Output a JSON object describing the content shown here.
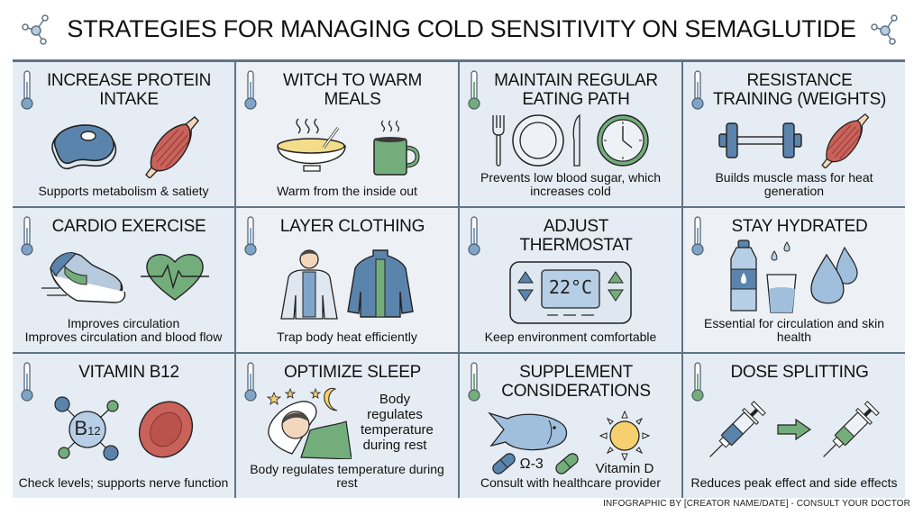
{
  "header": {
    "title": "STRATEGIES FOR MANAGING COLD SENSITIVITY ON SEMAGLUTIDE",
    "left_icon": "molecule-icon",
    "right_icon": "molecule-icon"
  },
  "colors": {
    "grid_border": "#5f7487",
    "cell_bg": "#e6ecf3",
    "accent_blue": "#5b84ad",
    "accent_green": "#74ad7c",
    "accent_red": "#c9625a",
    "accent_yellow": "#f6d06e"
  },
  "cards": [
    {
      "title": "INCREASE PROTEIN INTAKE",
      "description": "Supports metabolism & satiety",
      "thermometer": "blue",
      "icons": [
        "steak-icon",
        "muscle-icon"
      ]
    },
    {
      "title": "WITCH TO WARM MEALS",
      "description": "Warm from the inside out",
      "thermometer": "blue",
      "icons": [
        "soup-bowl-icon",
        "mug-icon"
      ]
    },
    {
      "title": "MAINTAIN REGULAR EATING PATH",
      "description": "Prevents low blood sugar, which increases cold",
      "thermometer": "green",
      "icons": [
        "fork-icon",
        "plate-icon",
        "knife-icon",
        "clock-icon"
      ]
    },
    {
      "title": "RESISTANCE TRAINING (WEIGHTS)",
      "description": "Builds muscle mass for heat generation",
      "thermometer": "blue",
      "icons": [
        "dumbbell-icon",
        "muscle-icon"
      ]
    },
    {
      "title": "CARDIO EXERCISE",
      "description_line1": "Improves circulation",
      "description_line2": "Improves circulation and blood flow",
      "thermometer": "blue",
      "icons": [
        "running-shoe-icon",
        "heart-pulse-icon"
      ]
    },
    {
      "title": "LAYER CLOTHING",
      "description": "Trap body heat efficiently",
      "thermometer": "blue",
      "icons": [
        "person-shirt-icon",
        "jacket-icon"
      ]
    },
    {
      "title": "ADJUST THERMOSTAT",
      "description": "Keep environment comfortable",
      "thermometer": "blue",
      "icons": [
        "thermostat-icon"
      ],
      "thermostat_display": "22°C"
    },
    {
      "title": "STAY HYDRATED",
      "description": "Essential for circulation and skin health",
      "thermometer": "blue",
      "icons": [
        "water-bottle-icon",
        "glass-icon",
        "water-drops-icon"
      ]
    },
    {
      "title": "VITAMIN B12",
      "description": "Check levels; supports nerve function",
      "thermometer": "blue",
      "icons": [
        "b12-molecule-icon",
        "red-blood-cell-icon"
      ],
      "molecule_label": "B",
      "molecule_sub": "12"
    },
    {
      "title": "OPTIMIZE SLEEP",
      "description": "Body regulates temperature during rest",
      "side_text": "Body regulates temperature during rest",
      "thermometer": "blue",
      "icons": [
        "sleeping-person-icon",
        "moon-stars-icon"
      ]
    },
    {
      "title": "SUPPLEMENT CONSIDERATIONS",
      "description": "Consult with healthcare provider",
      "thermometer": "green",
      "icons": [
        "fish-icon",
        "capsule-icon",
        "sun-icon"
      ],
      "omega_label": "Ω-3",
      "vitamin_label": "Vitamin D"
    },
    {
      "title": "DOSE SPLITTING",
      "description": "Reduces peak effect and side effects",
      "thermometer": "green",
      "icons": [
        "syringe-icon",
        "arrow-right-icon",
        "syringe-icon"
      ]
    }
  ],
  "footer": {
    "credit": "INFOGRAPHIC BY [CREATOR NAME/DATE] - CONSULT YOUR DOCTOR"
  }
}
